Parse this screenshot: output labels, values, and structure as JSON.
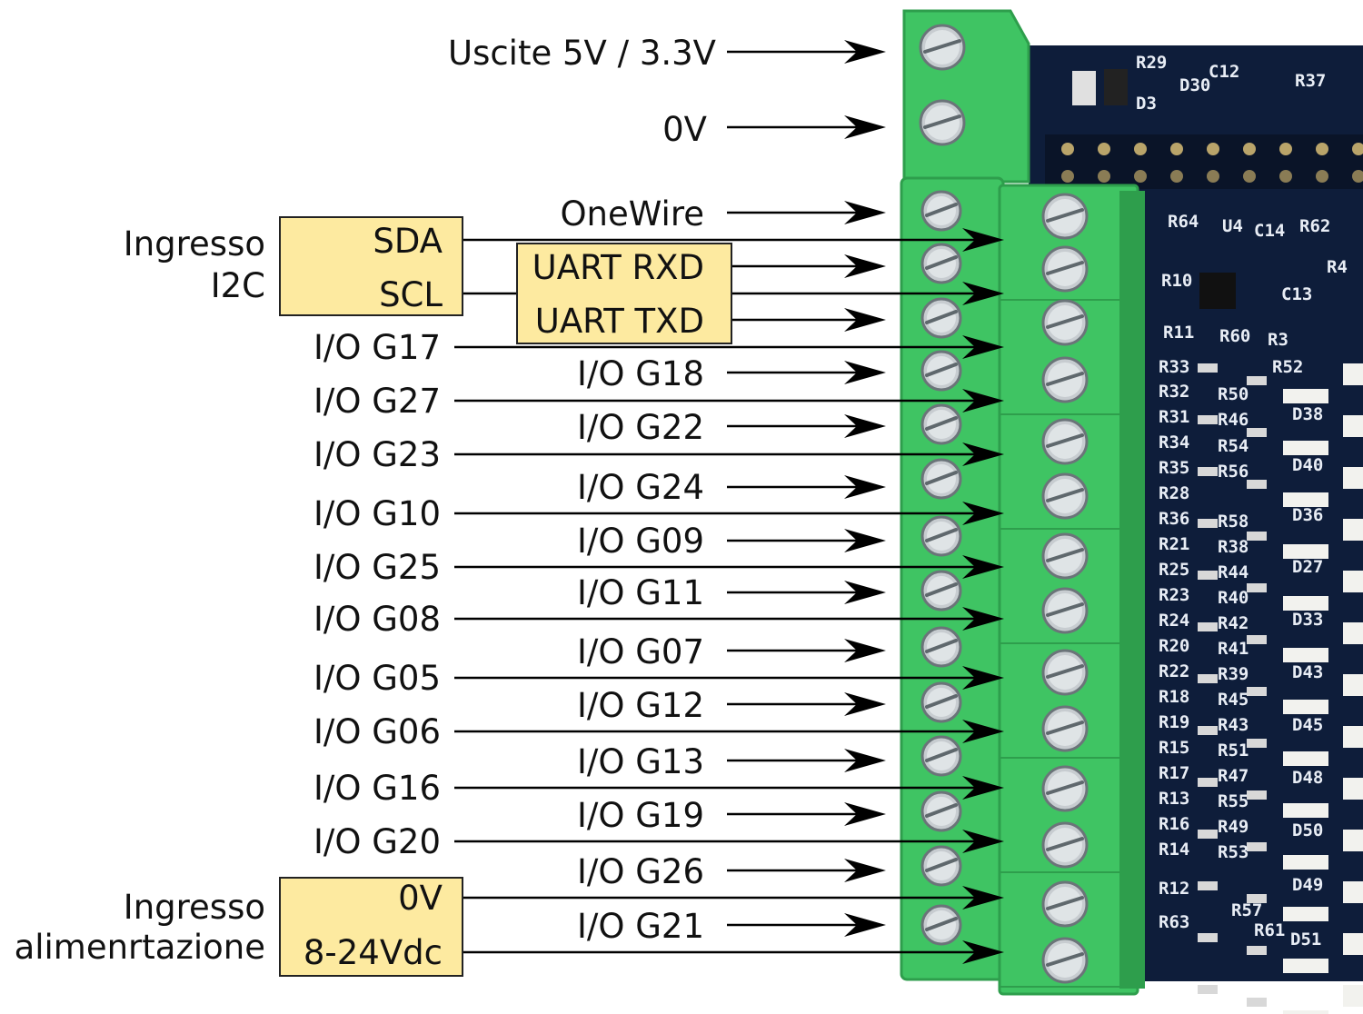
{
  "colors": {
    "terminal_green": "#3fc463",
    "terminal_dark": "#2e9e4c",
    "pcb": "#0e1d3a",
    "silkscreen": "#e8edf5",
    "highlight_box": "#fdeaa0",
    "line": "#000000"
  },
  "upper_block": [
    {
      "label": "Uscite 5V / 3.3V"
    },
    {
      "label": "0V"
    }
  ],
  "rear_row": [
    {
      "label": "OneWire"
    },
    {
      "label": "UART RXD"
    },
    {
      "label": "UART TXD"
    },
    {
      "label": "I/O G18"
    },
    {
      "label": "I/O G22"
    },
    {
      "label": "I/O G24"
    },
    {
      "label": "I/O G09"
    },
    {
      "label": "I/O G11"
    },
    {
      "label": "I/O G07"
    },
    {
      "label": "I/O G12"
    },
    {
      "label": "I/O G13"
    },
    {
      "label": "I/O G19"
    },
    {
      "label": "I/O G26"
    },
    {
      "label": "I/O G21"
    }
  ],
  "front_row": [
    {
      "label": "SDA"
    },
    {
      "label": "SCL"
    },
    {
      "label": "I/O G17"
    },
    {
      "label": "I/O G27"
    },
    {
      "label": "I/O G23"
    },
    {
      "label": "I/O G10"
    },
    {
      "label": "I/O G25"
    },
    {
      "label": "I/O G08"
    },
    {
      "label": "I/O G05"
    },
    {
      "label": "I/O G06"
    },
    {
      "label": "I/O G16"
    },
    {
      "label": "I/O G20"
    },
    {
      "label": "0V"
    },
    {
      "label": "8-24Vdc"
    }
  ],
  "groups": {
    "i2c": {
      "line1": "Ingresso",
      "line2": "I2C"
    },
    "power": {
      "line1": "Ingresso",
      "line2": "alimenrtazione"
    }
  },
  "pcb_labels": [
    "R29",
    "D30",
    "C12",
    "R37",
    "D3",
    "R64",
    "U4",
    "C14",
    "R62",
    "R4",
    "R10",
    "C13",
    "R11",
    "R60",
    "R3",
    "R33",
    "R52",
    "R32",
    "R50",
    "R31",
    "R46",
    "D38",
    "R34",
    "R54",
    "R35",
    "R56",
    "D40",
    "R28",
    "R36",
    "R58",
    "D36",
    "R21",
    "R38",
    "R25",
    "R44",
    "D27",
    "R23",
    "R40",
    "R24",
    "R42",
    "D33",
    "R20",
    "R41",
    "R22",
    "R39",
    "D43",
    "R18",
    "R45",
    "R19",
    "R43",
    "D45",
    "R15",
    "R51",
    "R17",
    "R47",
    "D48",
    "R13",
    "R55",
    "R16",
    "R49",
    "D50",
    "R14",
    "R53",
    "R12",
    "D49",
    "R63",
    "R57",
    "R61",
    "D51"
  ]
}
